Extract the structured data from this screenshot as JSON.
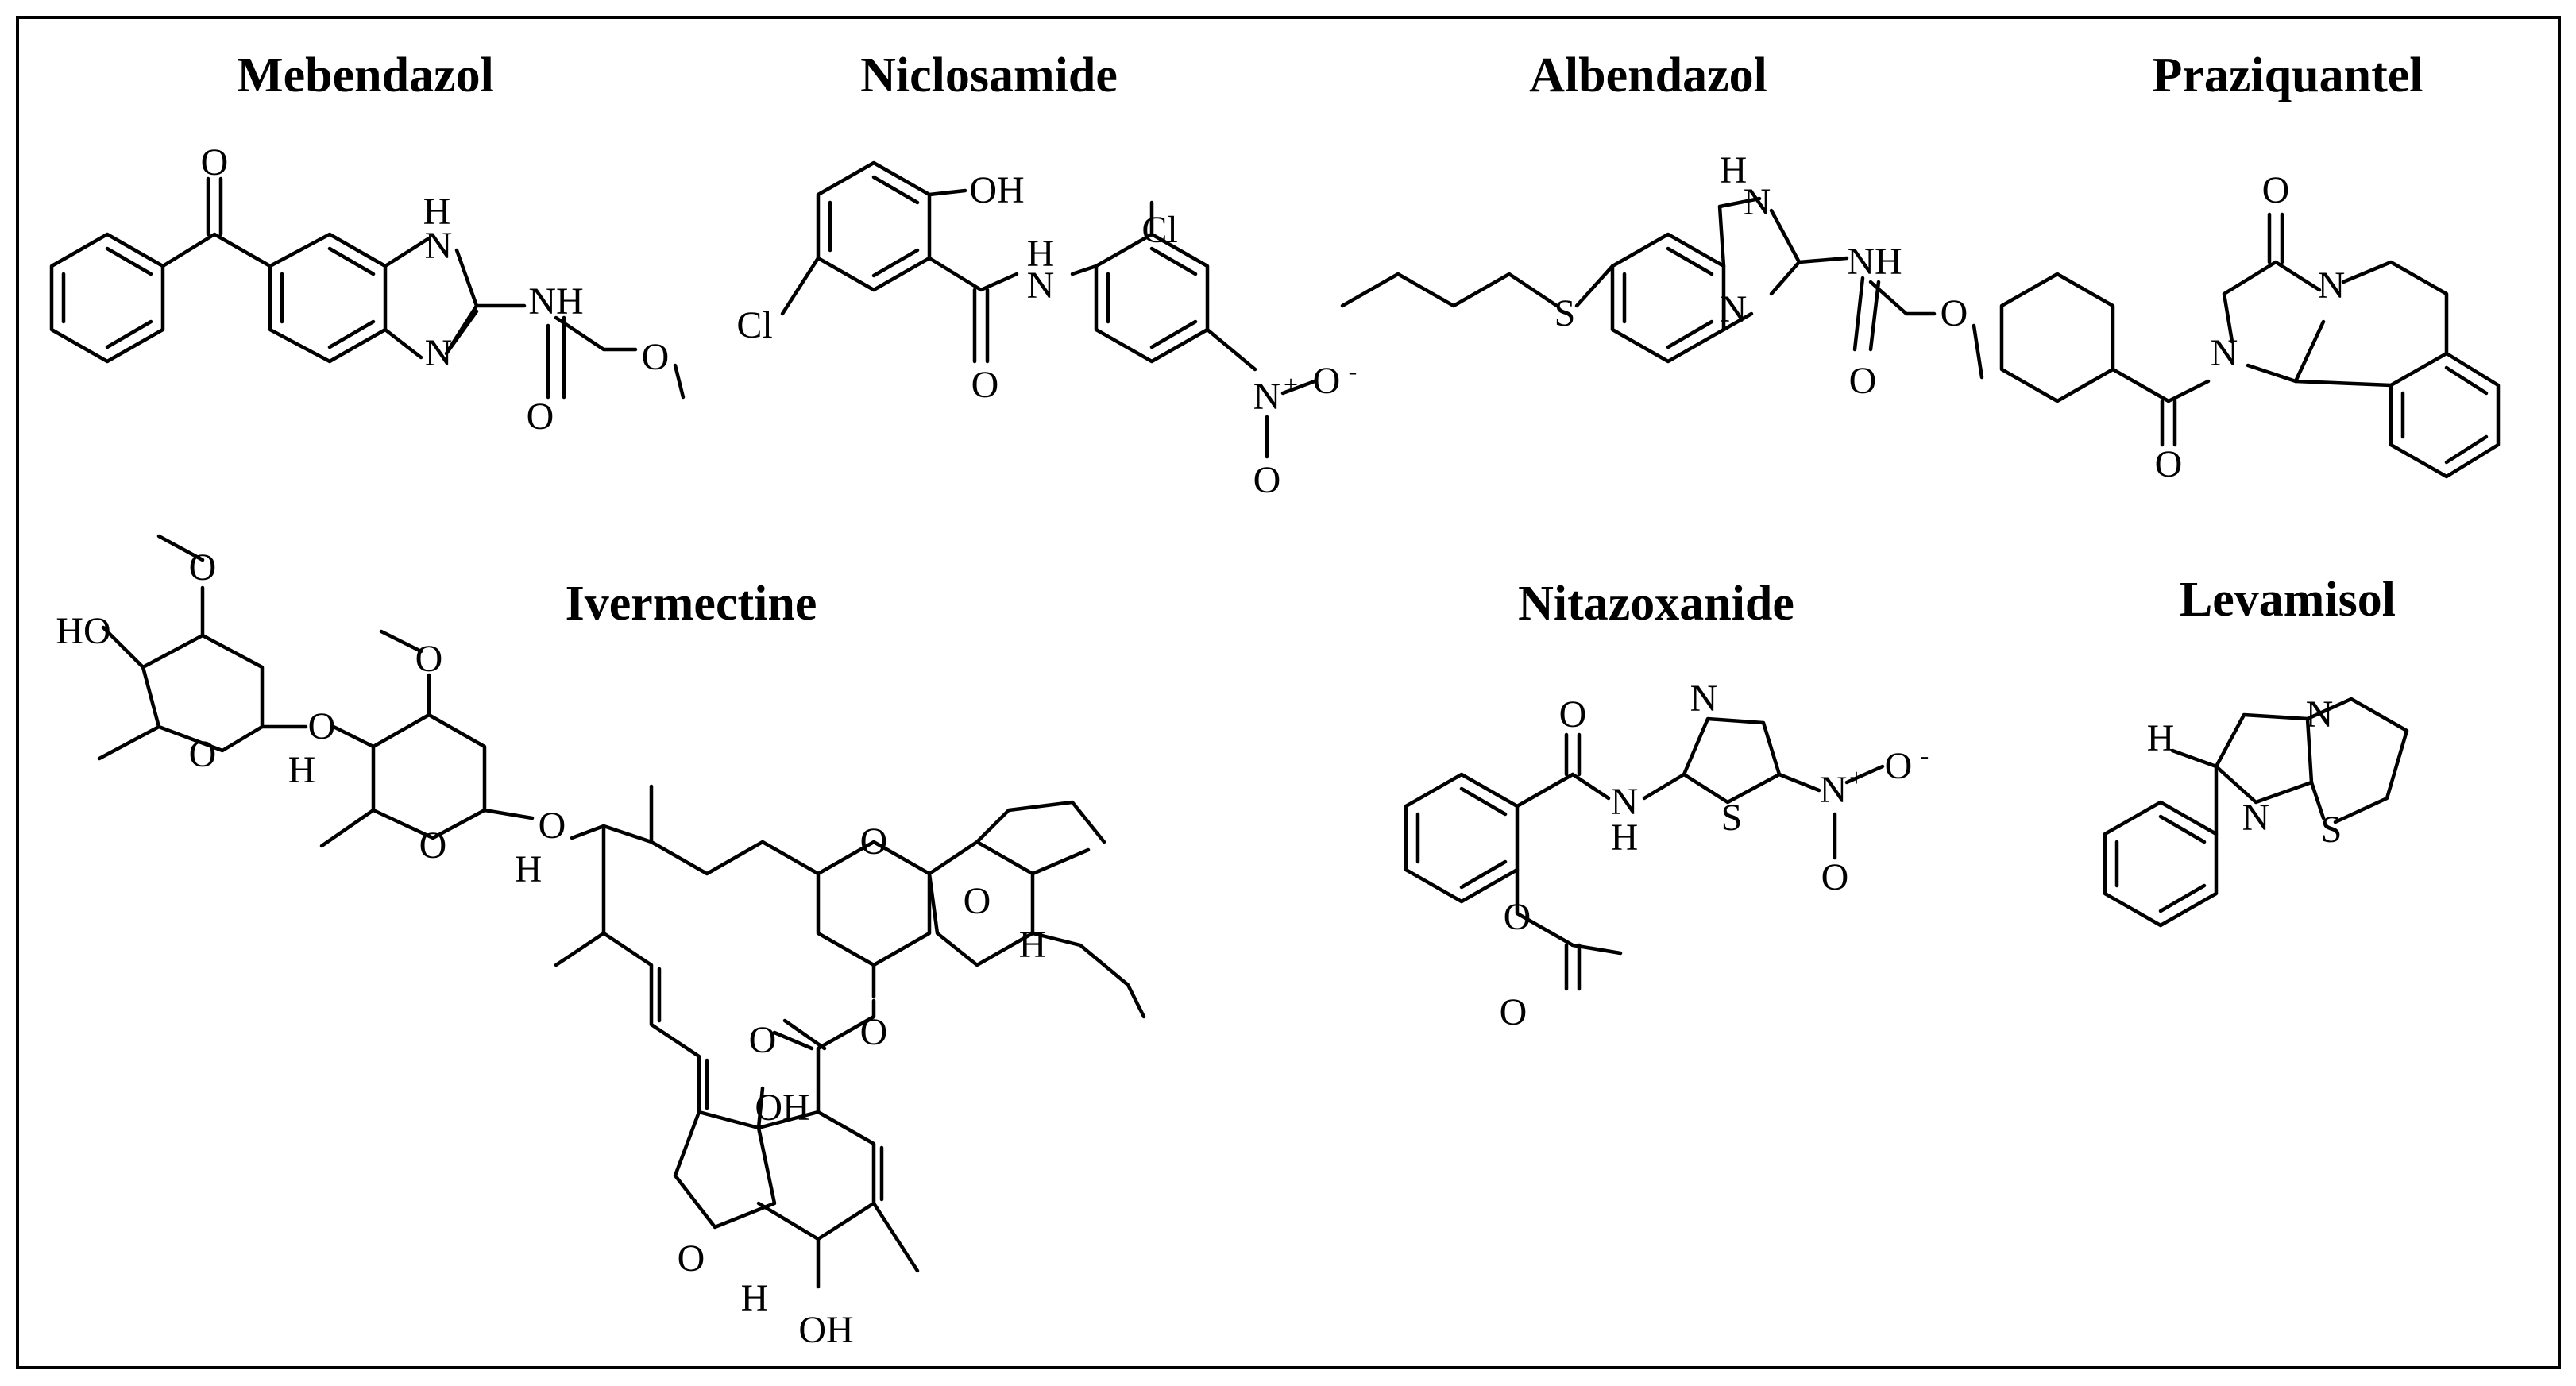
{
  "figure": {
    "colors": {
      "ink": "#000000",
      "background": "#ffffff",
      "frame": "#000000"
    },
    "molecules": [
      {
        "name": "Mebendazol",
        "atoms": {
          "o_ketone": "O",
          "nh_ring": "H",
          "n_ring_top": "N",
          "n_ring": "N",
          "nh_amide": "NH",
          "o_carbonyl": "O",
          "o_ester": "O"
        }
      },
      {
        "name": "Niclosamide",
        "atoms": {
          "oh": "OH",
          "cl_left": "Cl",
          "nh": "NH",
          "h_amide": "H",
          "n_amide": "N",
          "cl_right": "Cl",
          "o_carbonyl": "O",
          "n_nitro": "N",
          "plus": "+",
          "o_minus": "O",
          "minus": "-",
          "o_nitro": "O"
        }
      },
      {
        "name": "Albendazol",
        "atoms": {
          "h_ring": "H",
          "n_ring_top": "N",
          "n_ring": "N",
          "s": "S",
          "nh": "NH",
          "o_carbonyl": "O",
          "o_ester": "O"
        }
      },
      {
        "name": "Praziquantel",
        "atoms": {
          "o_top": "O",
          "n_right": "N",
          "n_left": "N",
          "o_bottom": "O"
        }
      },
      {
        "name": "Ivermectine",
        "atoms": {
          "o_methoxy_1": "O",
          "ho": "HO",
          "o_ring_1": "O",
          "o_link_1": "O",
          "h_1": "H",
          "o_methoxy_2": "O",
          "o_ring_2": "O",
          "h_2": "H",
          "o_link_2": "O",
          "o_spiro_1": "O",
          "o_spiro_2": "O",
          "h_3": "H",
          "o_ester": "O",
          "o_carbonyl": "O",
          "oh_top": "OH",
          "o_furan": "O",
          "h_4": "H",
          "oh_bottom": "OH"
        }
      },
      {
        "name": "Nitazoxanide",
        "atoms": {
          "o_carbonyl": "O",
          "n_ring": "N",
          "nh": "N",
          "h": "H",
          "s": "S",
          "n_nitro": "N",
          "plus": "+",
          "o_minus": "O",
          "minus": "-",
          "o_nitro": "O",
          "o_ester": "O",
          "o_acetyl": "O"
        }
      },
      {
        "name": "Levamisol",
        "atoms": {
          "h": "H",
          "n_top": "N",
          "n_ring": "N",
          "s": "S"
        }
      }
    ]
  }
}
